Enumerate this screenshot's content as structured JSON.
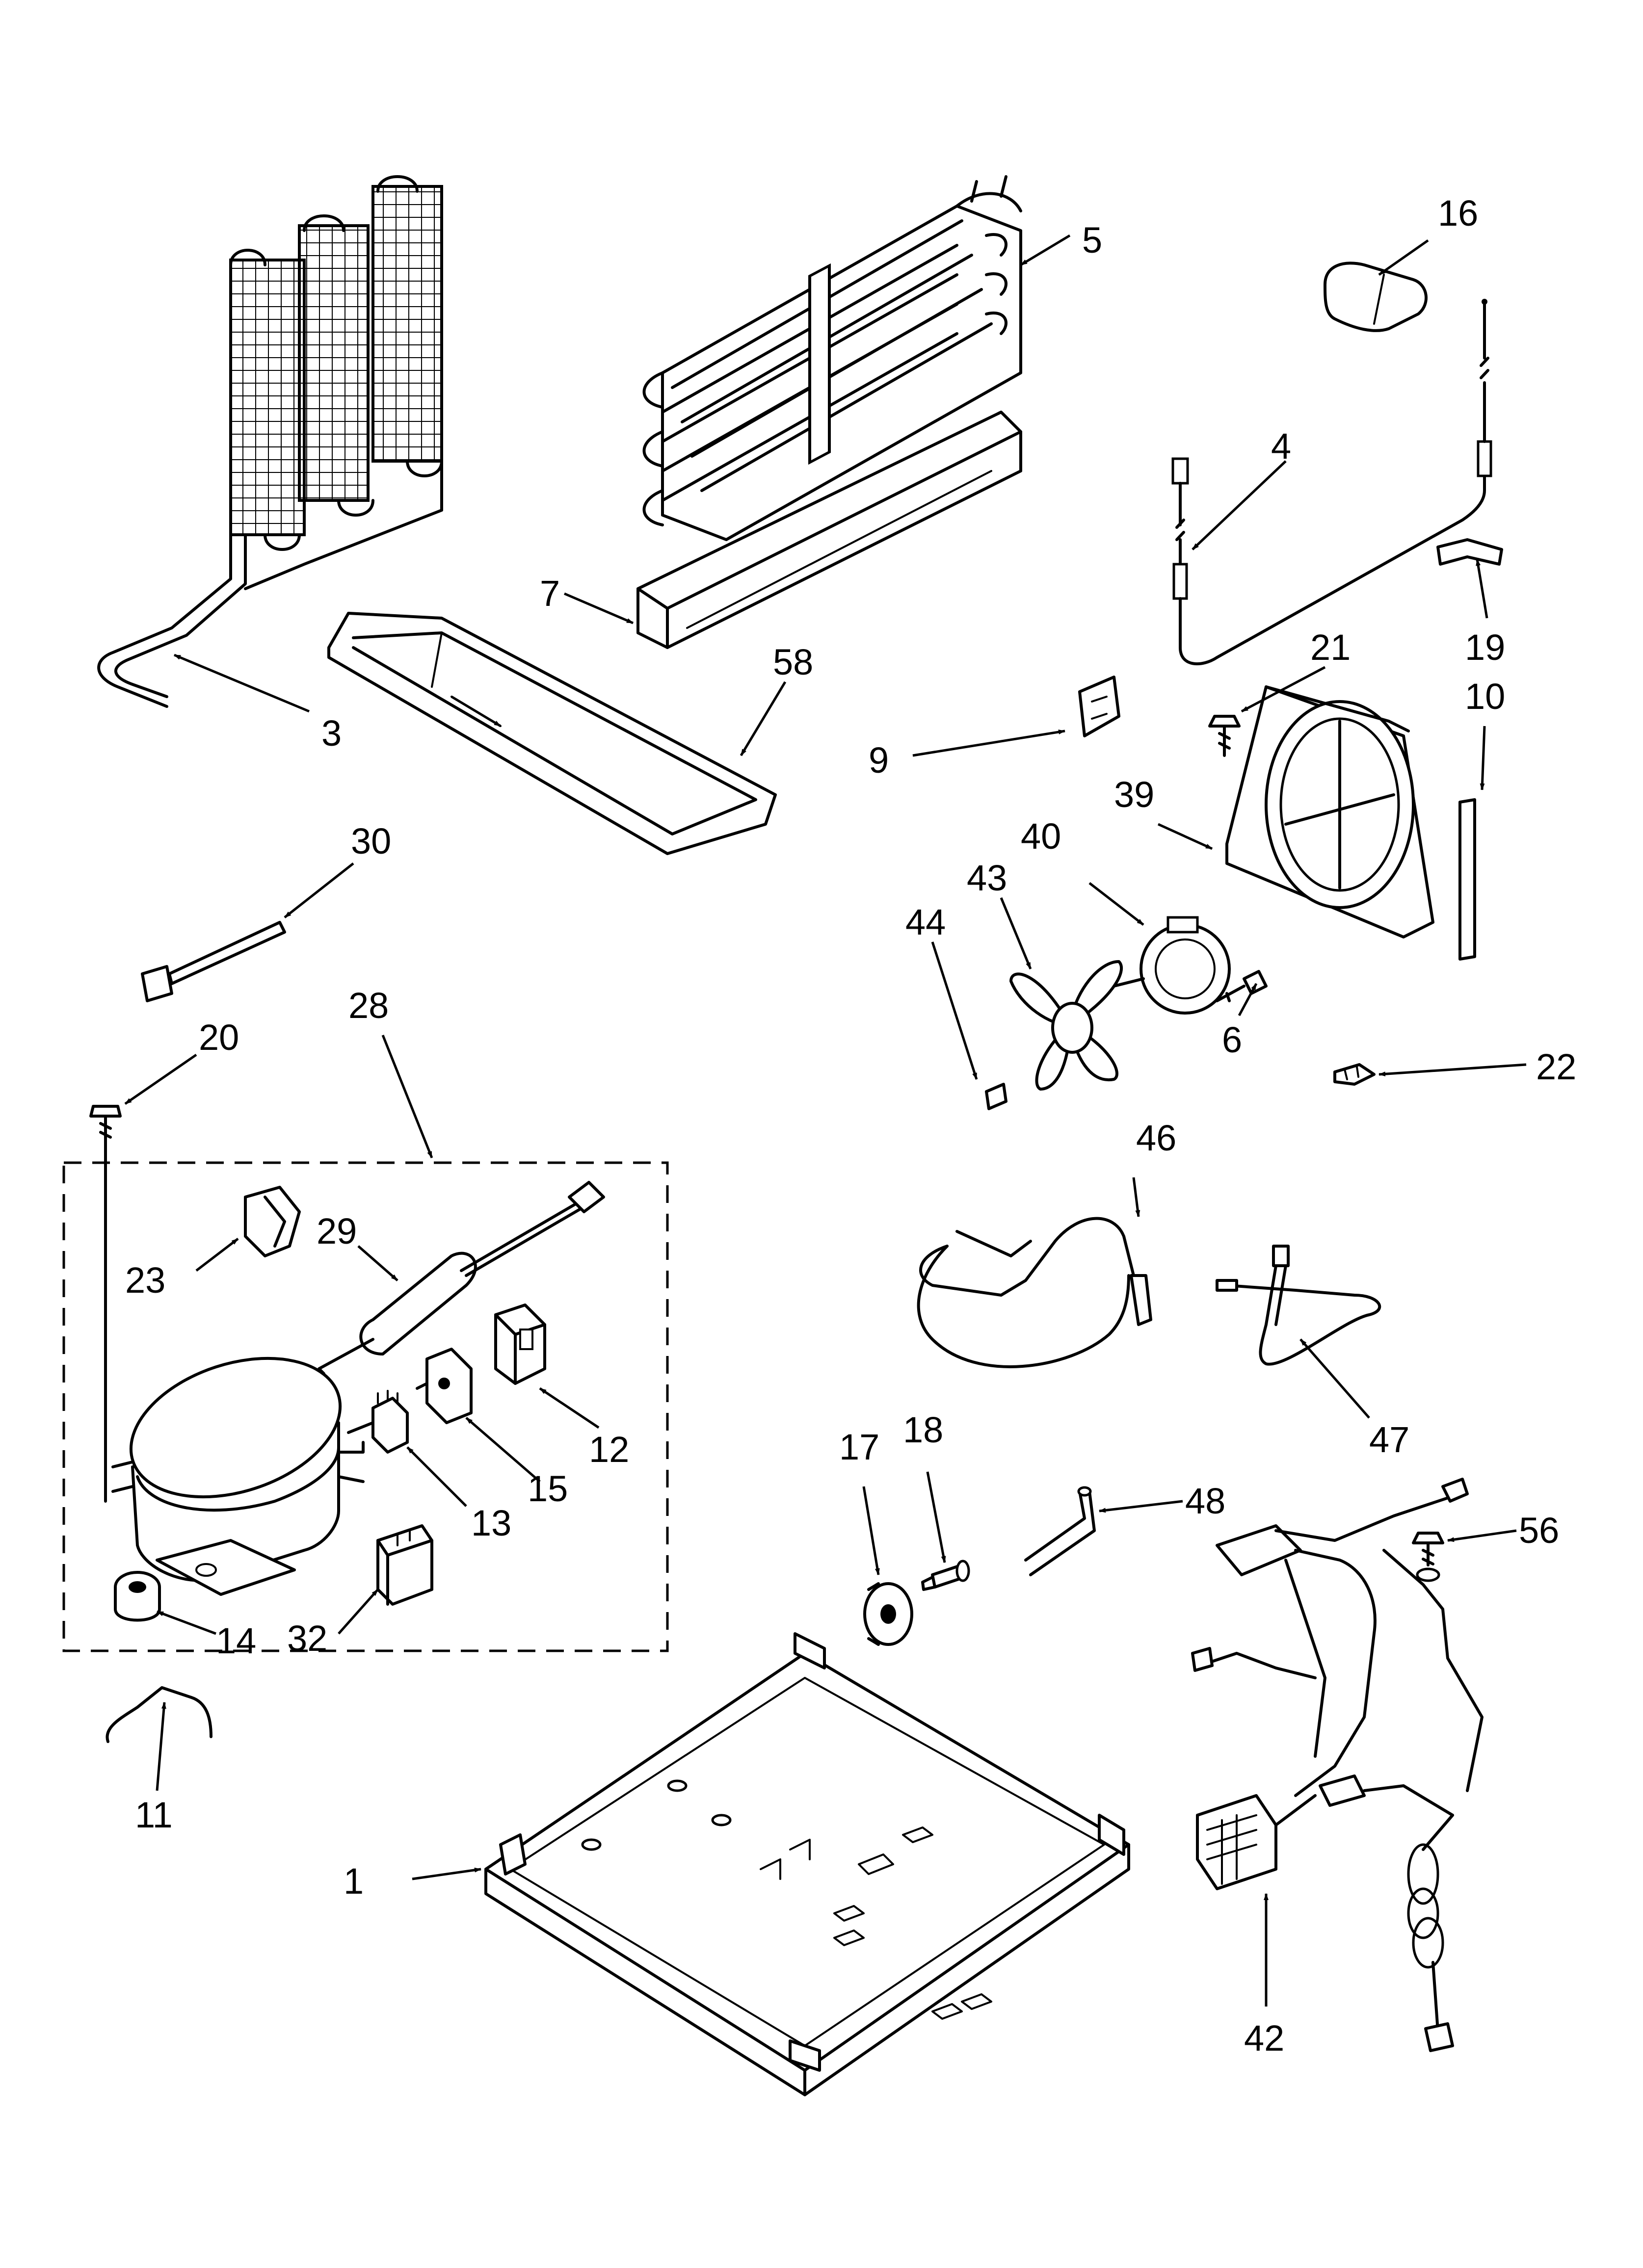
{
  "labels": {
    "p1": "1",
    "p3": "3",
    "p4": "4",
    "p5": "5",
    "p6": "6",
    "p7": "7",
    "p9": "9",
    "p10": "10",
    "p11": "11",
    "p12": "12",
    "p13": "13",
    "p14": "14",
    "p15": "15",
    "p16": "16",
    "p17": "17",
    "p18": "18",
    "p19": "19",
    "p20": "20",
    "p21": "21",
    "p22": "22",
    "p23": "23",
    "p28": "28",
    "p29": "29",
    "p30": "30",
    "p32": "32",
    "p39": "39",
    "p40": "40",
    "p42": "42",
    "p43": "43",
    "p44": "44",
    "p46": "46",
    "p47": "47",
    "p48": "48",
    "p56": "56",
    "p58": "58"
  }
}
